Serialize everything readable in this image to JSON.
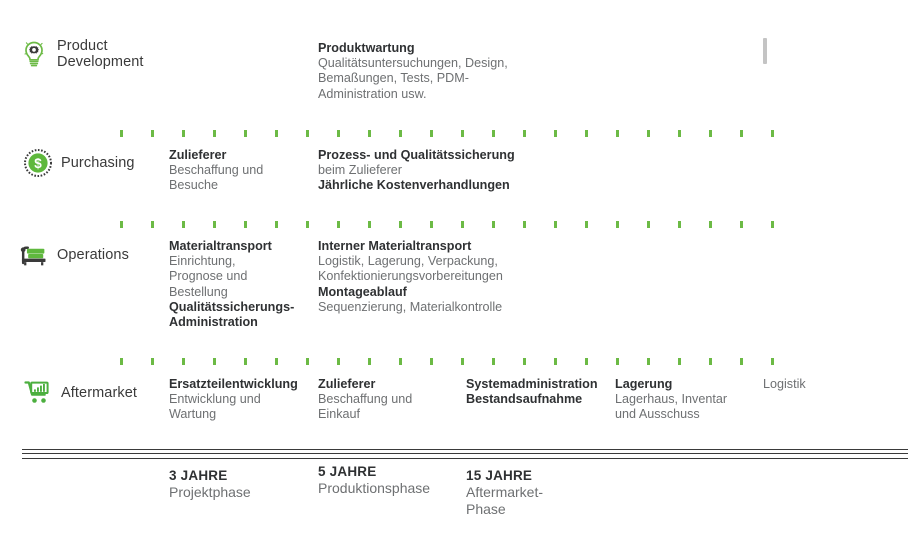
{
  "diagram": {
    "accent_color": "#6cba45",
    "heading_color": "#2f3133",
    "body_color": "#6e7072",
    "rule_color": "#3a3a3a"
  },
  "rows": [
    {
      "id": "product-development",
      "icon": "lightbulb-gear-icon",
      "label": "Product Development",
      "label_line1": "Product",
      "label_line2": "Development",
      "cells": [
        {
          "id": "pd-col2",
          "lines": [
            {
              "text": "Produktwartung",
              "bold": true
            },
            {
              "text": "Qualitätsuntersuchungen, Design,",
              "bold": false
            },
            {
              "text": "Bemaßungen, Tests, PDM-",
              "bold": false
            },
            {
              "text": "Administration usw.",
              "bold": false
            }
          ]
        }
      ]
    },
    {
      "id": "purchasing",
      "icon": "coin-dollar-icon",
      "label": "Purchasing",
      "cells": [
        {
          "id": "pu-col1",
          "lines": [
            {
              "text": "Zulieferer",
              "bold": true
            },
            {
              "text": "Beschaffung und",
              "bold": false
            },
            {
              "text": "Besuche",
              "bold": false
            }
          ]
        },
        {
          "id": "pu-col2",
          "lines": [
            {
              "text": "Prozess- und Qualitätssicherung",
              "bold": true
            },
            {
              "text": "beim Zulieferer",
              "bold": false
            },
            {
              "text": "Jährliche Kostenverhandlungen",
              "bold": true
            }
          ]
        }
      ]
    },
    {
      "id": "operations",
      "icon": "robot-arm-conveyor-icon",
      "label": "Operations",
      "cells": [
        {
          "id": "op-col1",
          "lines": [
            {
              "text": "Materialtransport",
              "bold": true
            },
            {
              "text": "Einrichtung,",
              "bold": false
            },
            {
              "text": "Prognose und",
              "bold": false
            },
            {
              "text": "Bestellung",
              "bold": false
            },
            {
              "text": "Qualitätssicherungs-",
              "bold": true
            },
            {
              "text": "Administration",
              "bold": true
            }
          ]
        },
        {
          "id": "op-col2",
          "lines": [
            {
              "text": "Interner Materialtransport",
              "bold": true
            },
            {
              "text": "Logistik, Lagerung, Verpackung,",
              "bold": false
            },
            {
              "text": "Konfektionierungsvorbereitungen",
              "bold": false
            },
            {
              "text": "Montageablauf",
              "bold": true
            },
            {
              "text": "Sequenzierung, Materialkontrolle",
              "bold": false
            }
          ]
        }
      ]
    },
    {
      "id": "aftermarket",
      "icon": "shopping-cart-icon",
      "label": "Aftermarket",
      "cells": [
        {
          "id": "am-col1",
          "lines": [
            {
              "text": "Ersatzteilentwicklung",
              "bold": true
            },
            {
              "text": "Entwicklung und",
              "bold": false
            },
            {
              "text": "Wartung",
              "bold": false
            }
          ]
        },
        {
          "id": "am-col2",
          "lines": [
            {
              "text": "Zulieferer",
              "bold": true
            },
            {
              "text": "Beschaffung und",
              "bold": false
            },
            {
              "text": "Einkauf",
              "bold": false
            }
          ]
        },
        {
          "id": "am-col3",
          "lines": [
            {
              "text": "Systemadministration",
              "bold": true
            },
            {
              "text": "Bestandsaufnahme",
              "bold": true
            }
          ]
        },
        {
          "id": "am-col4",
          "lines": [
            {
              "text": "Lagerung",
              "bold": true
            },
            {
              "text": "Lagerhaus, Inventar",
              "bold": false
            },
            {
              "text": "und Ausschuss",
              "bold": false
            }
          ]
        },
        {
          "id": "am-col5",
          "lines": [
            {
              "text": "Logistik",
              "bold": false
            }
          ]
        }
      ]
    }
  ],
  "phases": [
    {
      "id": "phase-project",
      "years": "3 JAHRE",
      "name": "Projektphase"
    },
    {
      "id": "phase-production",
      "years": "5 JAHRE",
      "name": "Produktionsphase"
    },
    {
      "id": "phase-aftermarket",
      "years": "15 JAHRE",
      "name_line1": "Aftermarket-",
      "name_line2": "Phase"
    }
  ]
}
